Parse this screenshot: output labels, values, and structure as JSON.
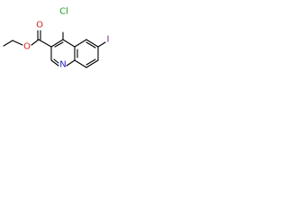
{
  "molecule": {
    "atoms": {
      "chlorine": {
        "label": "Cl",
        "color": "#1a9e1a"
      },
      "iodine": {
        "label": "I",
        "color": "#7a1f8f"
      },
      "ring_nitrogen": {
        "label": "N",
        "color": "#1f1fcf"
      },
      "carbonyl_oxygen": {
        "label": "O",
        "color": "#d21f1f"
      },
      "ester_oxygen": {
        "label": "O",
        "color": "#d21f1f"
      }
    }
  }
}
